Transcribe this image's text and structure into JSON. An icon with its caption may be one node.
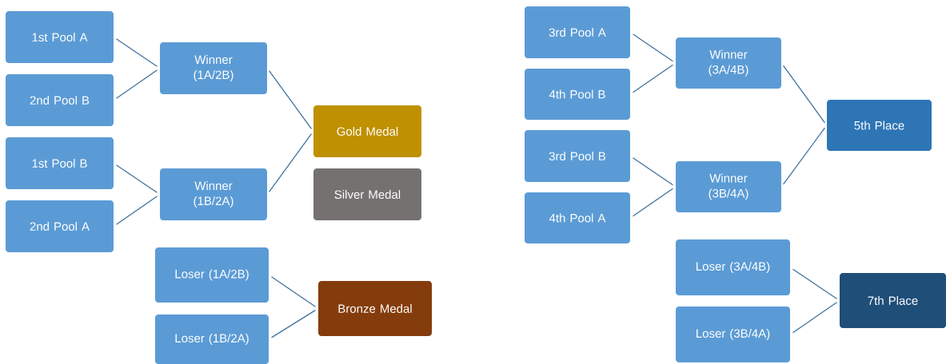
{
  "diagram": {
    "nodes": [
      {
        "text": [
          "1st Pool A"
        ]
      },
      {
        "text": [
          "2nd Pool B"
        ]
      },
      {
        "text": [
          "1st Pool B"
        ]
      },
      {
        "text": [
          "2nd Pool A"
        ]
      },
      {
        "text": [
          "Winner (1A/2B)"
        ]
      },
      {
        "text": [
          "Winner (1B/2A)"
        ]
      },
      {
        "text": [
          "Gold Medal"
        ]
      },
      {
        "text": [
          "Silver Medal"
        ]
      },
      {
        "text": [
          "Loser (1A/2B)"
        ]
      },
      {
        "text": [
          "Loser (1B/2A)"
        ]
      },
      {
        "text": [
          "Bronze Medal"
        ]
      },
      {
        "text": [
          "3rd Pool A"
        ]
      },
      {
        "text": [
          "4th Pool B"
        ]
      },
      {
        "text": [
          "3rd Pool B"
        ]
      },
      {
        "text": [
          "4th Pool A"
        ]
      },
      {
        "text": [
          "Winner (3A/4B)"
        ]
      },
      {
        "text": [
          "Winner (3B/4A)"
        ]
      },
      {
        "text": [
          "5th Place"
        ]
      },
      {
        "text": [
          "Loser (3A/4B)"
        ]
      },
      {
        "text": [
          "Loser (3B/4A)"
        ]
      },
      {
        "text": [
          "7th Place"
        ]
      }
    ],
    "edges": [
      {
        "from": 0,
        "to": 4,
        "arrow": "none"
      },
      {
        "from": 1,
        "to": 4,
        "arrow": "none"
      },
      {
        "from": 2,
        "to": 5,
        "arrow": "none"
      },
      {
        "from": 3,
        "to": 5,
        "arrow": "none"
      },
      {
        "from": 4,
        "to": 6,
        "arrow": "none"
      },
      {
        "from": 5,
        "to": 6,
        "arrow": "none"
      },
      {
        "from": 8,
        "to": 10,
        "arrow": "none"
      },
      {
        "from": 9,
        "to": 10,
        "arrow": "none"
      },
      {
        "from": 11,
        "to": 15,
        "arrow": "none"
      },
      {
        "from": 12,
        "to": 15,
        "arrow": "none"
      },
      {
        "from": 13,
        "to": 16,
        "arrow": "none"
      },
      {
        "from": 14,
        "to": 16,
        "arrow": "none"
      },
      {
        "from": 15,
        "to": 17,
        "arrow": "none"
      },
      {
        "from": 16,
        "to": 17,
        "arrow": "none"
      },
      {
        "from": 18,
        "to": 20,
        "arrow": "none"
      },
      {
        "from": 19,
        "to": 20,
        "arrow": "none"
      }
    ]
  }
}
